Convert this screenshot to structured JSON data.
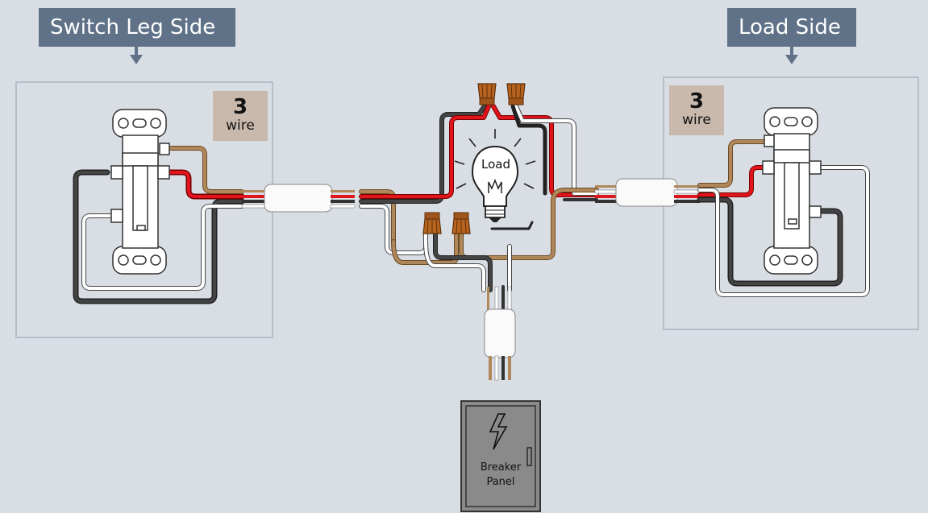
{
  "labels": {
    "switch_leg_side": "Switch Leg Side",
    "load_side": "Load Side"
  },
  "wire_badges": [
    {
      "number": "3",
      "unit": "wire"
    },
    {
      "number": "3",
      "unit": "wire"
    }
  ],
  "load_label": "Load",
  "panel": {
    "line1": "Breaker",
    "line2": "Panel"
  },
  "colors": {
    "background": "#d9dee5",
    "tag": "#5f7288",
    "badge": "#c9b9ad",
    "black_wire": "#333333",
    "red_wire": "#e0141b",
    "white_wire": "#ffffff",
    "bare_wire": "#b0875a",
    "wire_nut": "#b8641f",
    "panel": "#8a8a8a"
  },
  "icons": [
    "down-arrow-icon",
    "light-bulb-icon",
    "lightning-bolt-icon",
    "wire-nut-icon",
    "switch-icon"
  ]
}
